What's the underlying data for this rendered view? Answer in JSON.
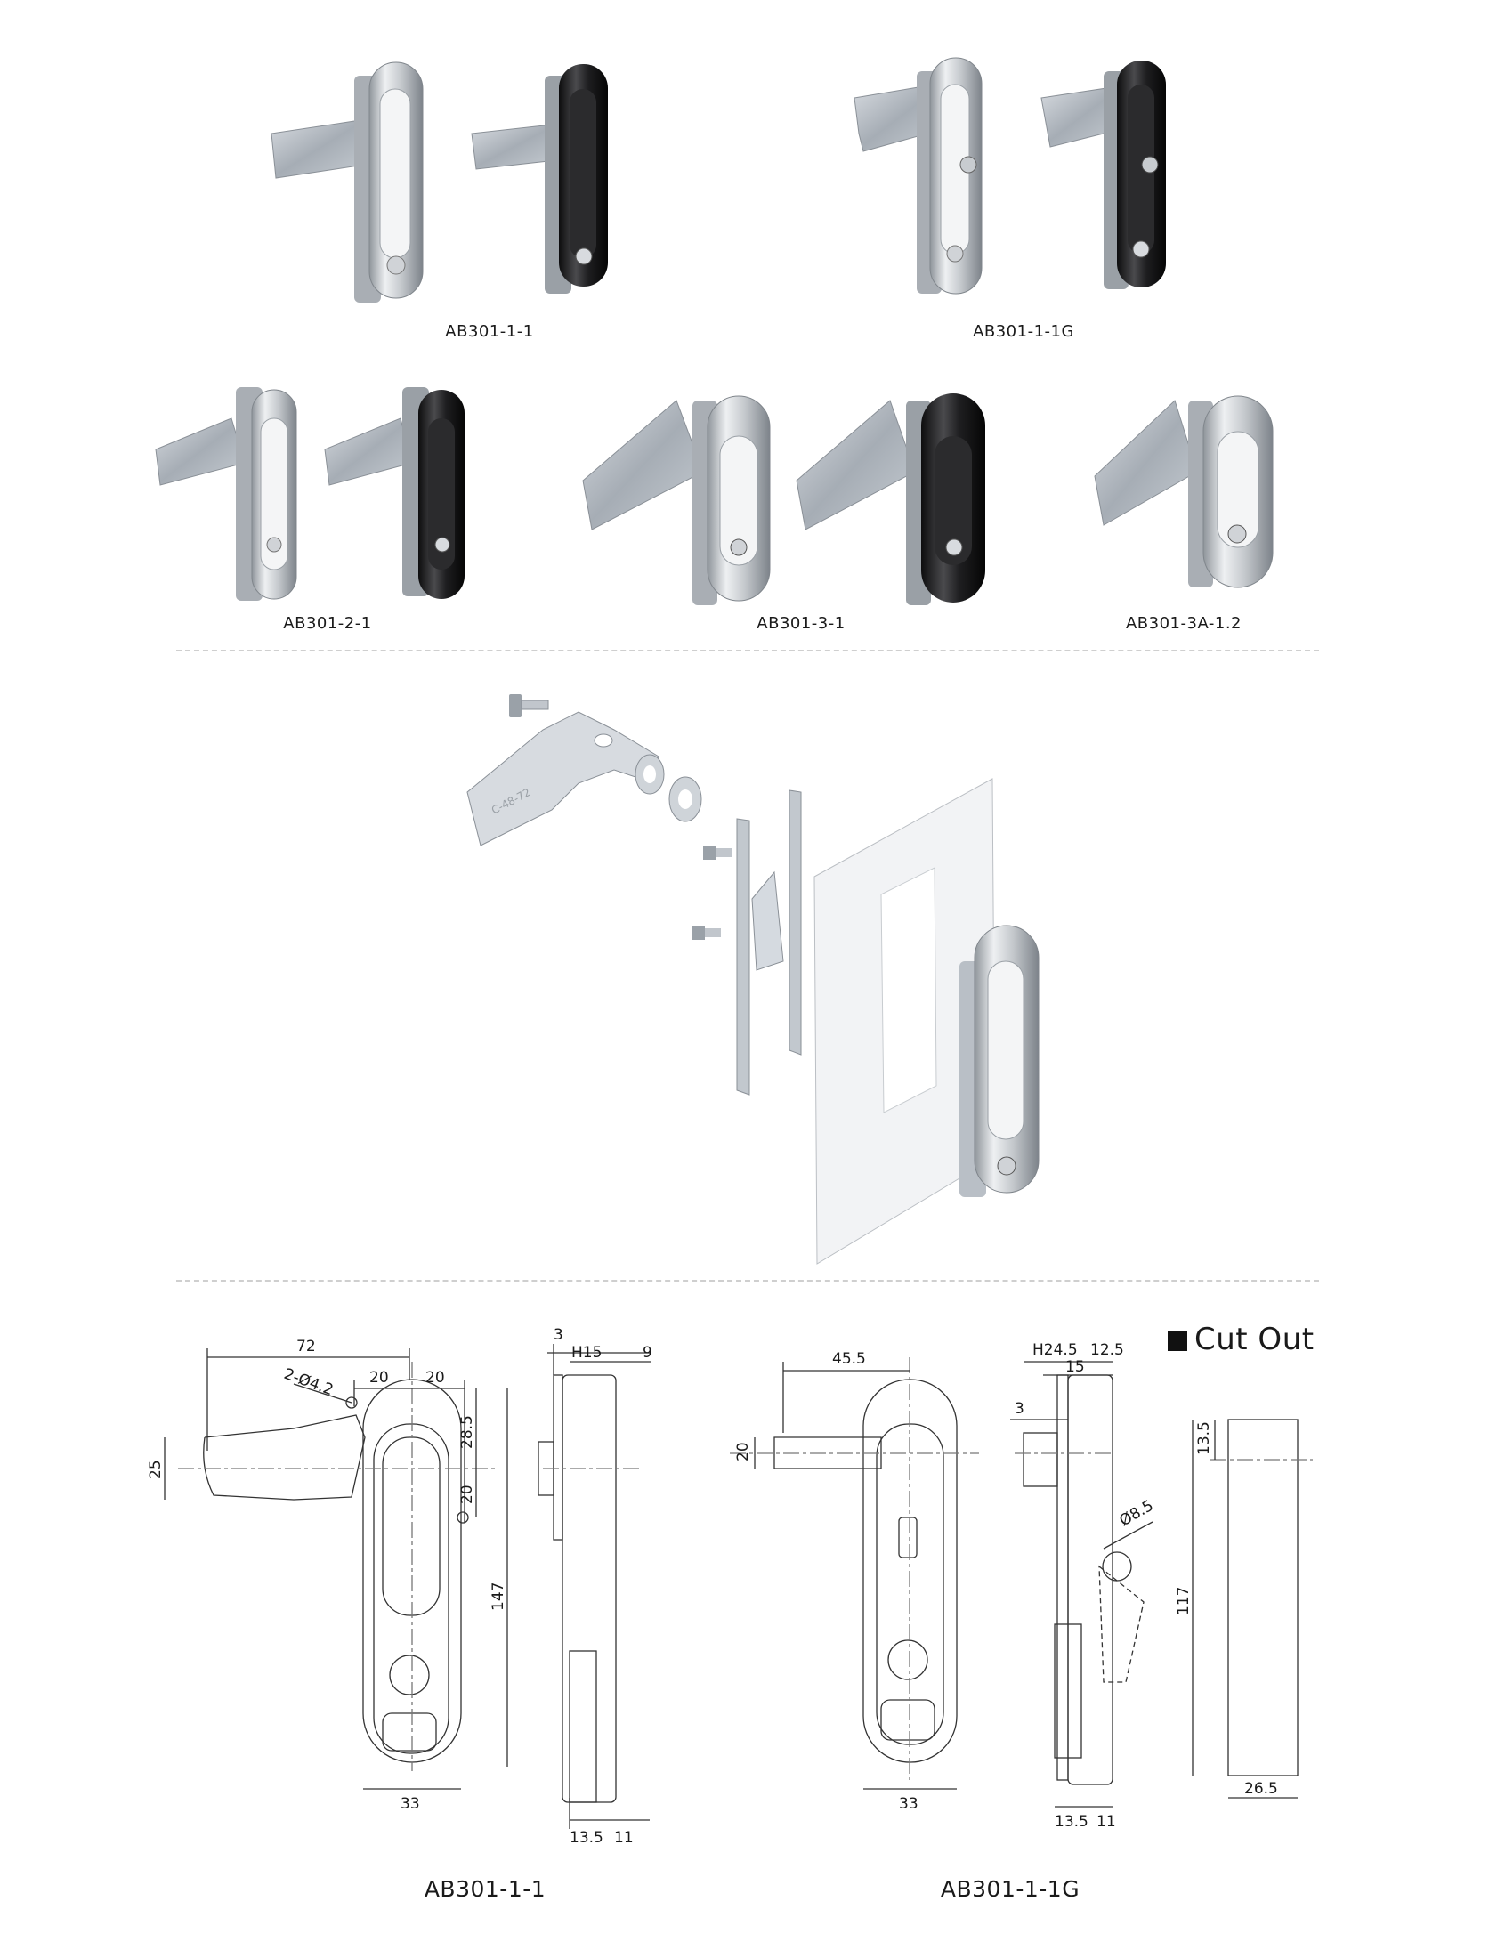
{
  "product_photos": {
    "row1": [
      {
        "label": "AB301-1-1"
      },
      {
        "label": "AB301-1-1G"
      }
    ],
    "row2": [
      {
        "label": "AB301-2-1"
      },
      {
        "label": "AB301-3-1"
      },
      {
        "label": "AB301-3A-1.2"
      }
    ],
    "handle_stamp": "C-48-72"
  },
  "drawings": {
    "left": {
      "caption": "AB301-1-1",
      "dims": {
        "d72": "72",
        "d20a": "20",
        "d20b": "20",
        "hole": "2-Ø4.2",
        "d25": "25",
        "d28_5": "28.5",
        "d20c": "20",
        "d147": "147",
        "d33": "33",
        "s3": "3",
        "sH15": "H15",
        "s9": "9",
        "s13_5": "13.5",
        "s11": "11"
      }
    },
    "right": {
      "caption": "AB301-1-1G",
      "dims": {
        "d45_5": "45.5",
        "d20": "20",
        "d33": "33",
        "sH24_5": "H24.5",
        "s12_5": "12.5",
        "s15": "15",
        "s3": "3",
        "sphi": "Ø8.5",
        "s13_5": "13.5",
        "s11": "11"
      }
    },
    "cutout": {
      "title": "Cut Out",
      "d13_5": "13.5",
      "d117": "117",
      "d26_5": "26.5"
    }
  },
  "colors": {
    "chrome": "#c9ccd0",
    "black_handle": "#1c1c1e",
    "zinc": "#b9bfc6",
    "divider": "#cfcfcf"
  }
}
